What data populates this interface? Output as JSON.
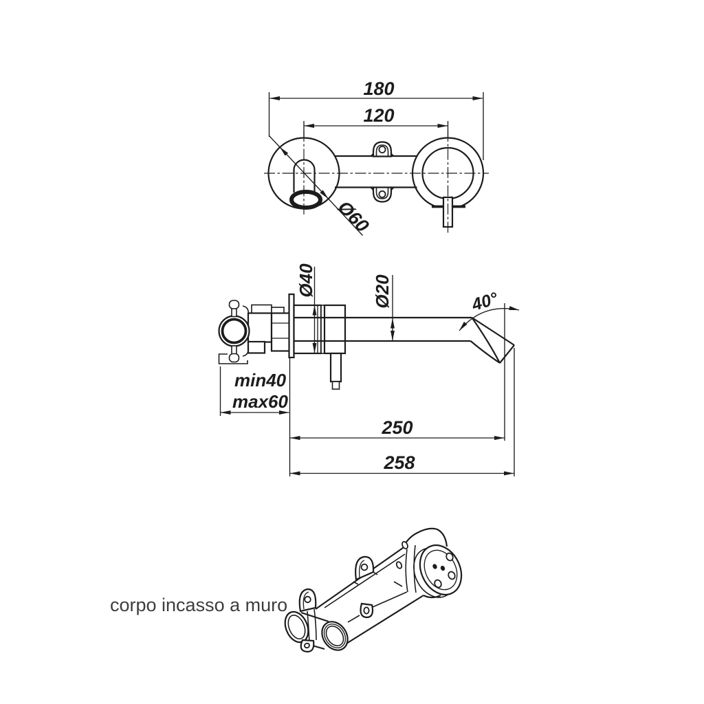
{
  "colors": {
    "ink": "#1c1c1c",
    "caption": "#3d3d3d",
    "background": "#ffffff"
  },
  "front_view": {
    "dim_total_width": "180",
    "dim_hole_spacing": "120",
    "dim_escutcheon": "Ø60"
  },
  "side_view": {
    "dim_rosette": "Ø40",
    "dim_spout": "Ø20",
    "dim_angle": "40°",
    "dim_depth_min": "min40",
    "dim_depth_max": "max60",
    "dim_reach": "250",
    "dim_reach_total": "258"
  },
  "iso_view": {
    "caption": "corpo incasso a muro"
  }
}
